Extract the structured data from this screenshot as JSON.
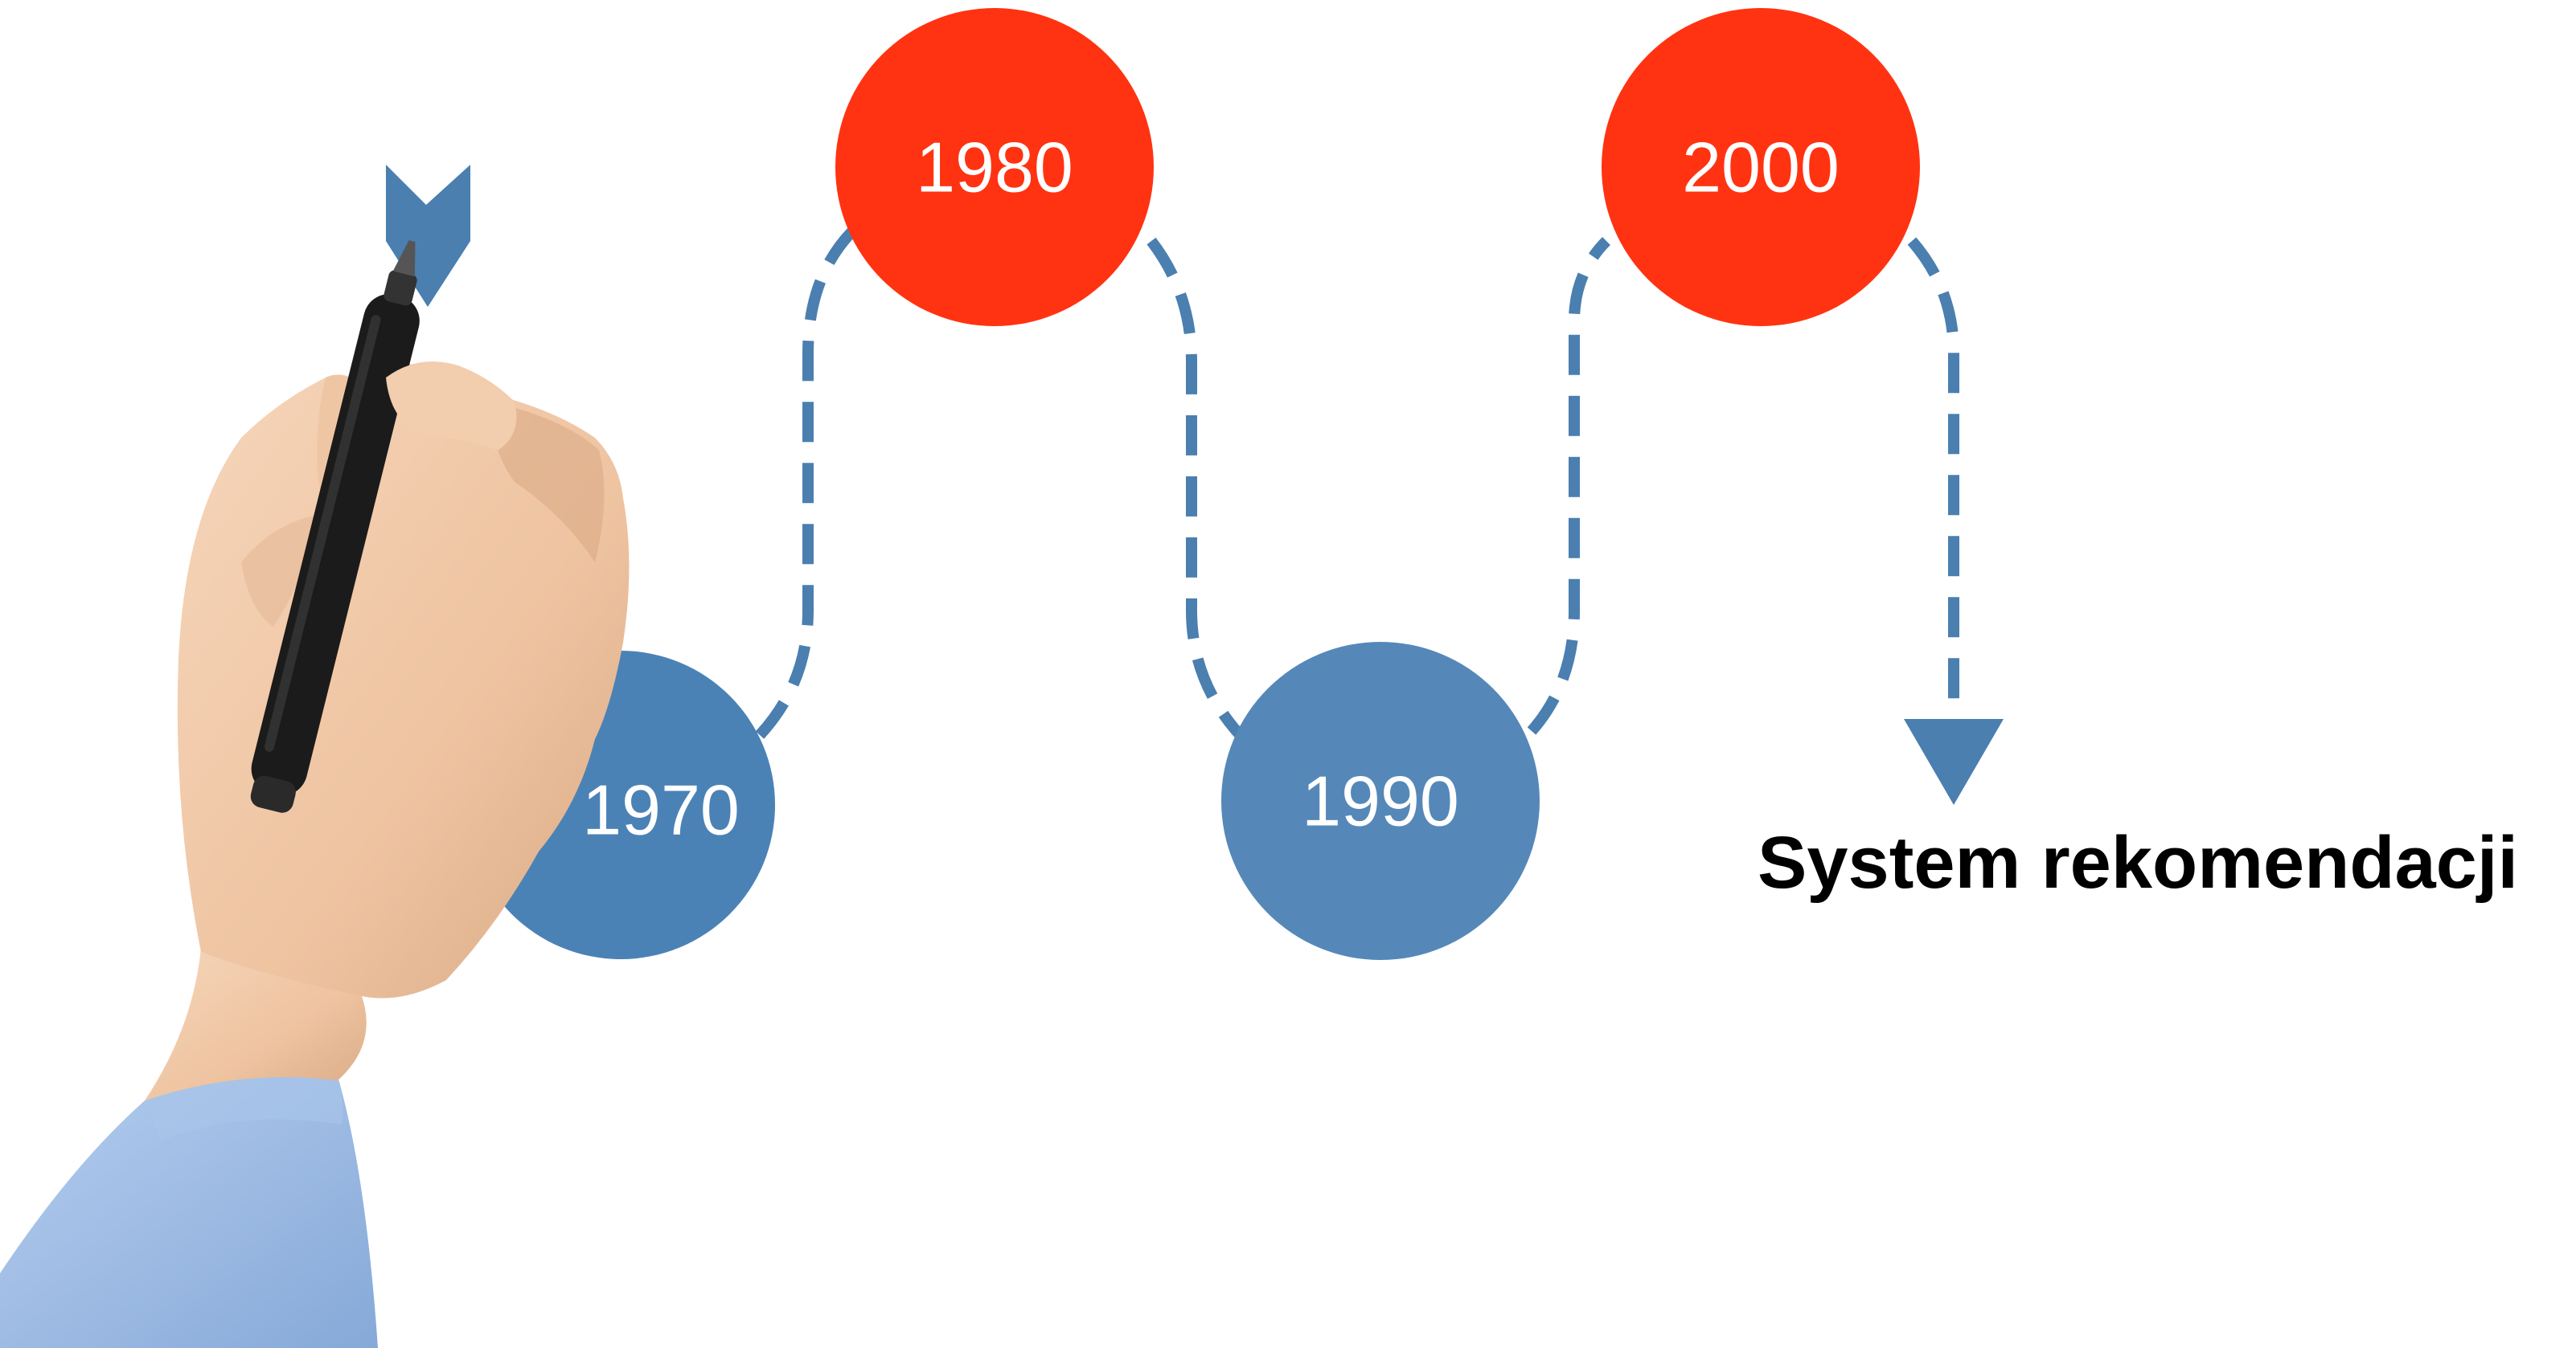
{
  "timeline": {
    "milestones": [
      {
        "year": "1970",
        "color": "#4a82b6"
      },
      {
        "year": "1980",
        "color": "#ff3311"
      },
      {
        "year": "1990",
        "color": "#5588b9"
      },
      {
        "year": "2000",
        "color": "#ff3311"
      }
    ],
    "end_label": "System rekomendacji",
    "path_color": "#4a7fb0"
  },
  "illustration": {
    "subject": "hand-holding-marker-icon",
    "skin_color": "#f0c9a8",
    "sleeve_color": "#9dbde6",
    "marker_color": "#1a1a1a"
  }
}
